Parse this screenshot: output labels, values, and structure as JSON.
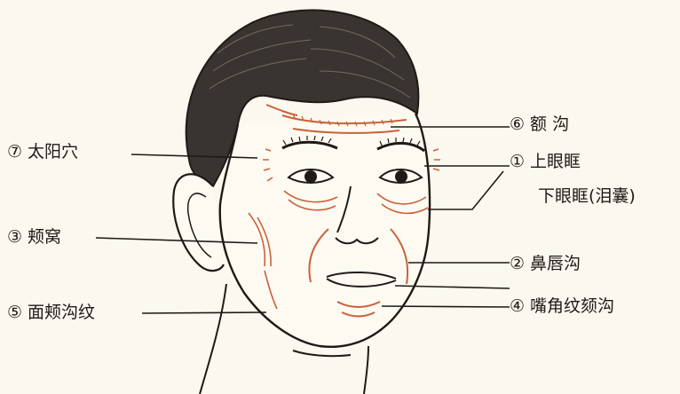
{
  "labels": {
    "taiyang": {
      "num": "⑦",
      "text": "太阳穴"
    },
    "jiawo": {
      "num": "③",
      "text": "颊窝"
    },
    "mianjia": {
      "num": "⑤",
      "text": "面颊沟纹"
    },
    "egou": {
      "num": "⑥",
      "text": "额 沟"
    },
    "shangyan": {
      "num": "①",
      "text": "上眼眶"
    },
    "xiayan": {
      "text": "下眼眶(泪囊)"
    },
    "bichun": {
      "num": "②",
      "text": "鼻唇沟"
    },
    "zuijiao": {
      "num": "④",
      "text": "嘴角纹颏沟"
    }
  },
  "colors": {
    "ink": "#1f1a17",
    "hair": "#3a3430",
    "wrinkle": "#c9623a",
    "background": "#fbf8ef"
  }
}
